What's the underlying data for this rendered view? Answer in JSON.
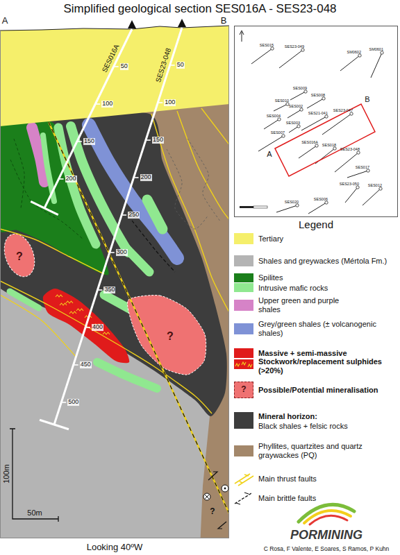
{
  "diagram": {
    "title": "Simplified geological section SES016A - SES23-048",
    "labels": [
      "A",
      "B",
      "SES016A",
      "SES23-048",
      "50",
      "100",
      "150",
      "200",
      "50",
      "100",
      "150",
      "200",
      "250",
      "300",
      "350",
      "400",
      "450",
      "500",
      "?",
      "?",
      "?",
      "100m",
      "50m",
      "Looking 40ºW",
      "Legend",
      "?",
      "A",
      "B",
      "SES015",
      "SES23-049",
      "SM0602",
      "SM0601",
      "SES009",
      "SES008",
      "SES010",
      "SES002",
      "SES21-041",
      "SES23-047",
      "SES004",
      "SES003",
      "SES007",
      "SES016A",
      "SES018",
      "SES23-048",
      "SES017",
      "SES23-050",
      "SES012",
      "SES020",
      "SES006",
      "PORMINING",
      "C Rosa, F Valente, E Soares, S Ramos, P Kuhn"
    ],
    "legend": [
      {
        "text": "Tertiary",
        "color": "#f5ef6b"
      },
      {
        "text": "Shales and greywackes (Mértola Fm.)",
        "color": "#b4b4b4"
      },
      {
        "text": "Spilites",
        "color": "#1b7f1b"
      },
      {
        "text": "Intrusive mafic rocks",
        "color": "#90e890"
      },
      {
        "text": "Upper green and purple shales",
        "color": "#d683c7"
      },
      {
        "text": "Grey/green shales (± volcanogenic shales)",
        "color": "#7f92d6"
      },
      {
        "text": "Massive + semi-massive",
        "color": "#e01b1b"
      },
      {
        "text": "Stockwork/replacement sulphides (>20%)"
      },
      {
        "text": "Possible/Potential mineralisation",
        "color": "#ef7272"
      },
      {
        "text": "Mineral horizon:",
        "color": "#3d3d3d"
      },
      {
        "text": "Black shales + felsic rocks"
      },
      {
        "text": "Phyllites, quartzites and quartz graywackes (PQ)",
        "color": "#a3876a"
      },
      {
        "text": "Main thrust faults"
      },
      {
        "text": "Main brittle faults"
      }
    ]
  }
}
